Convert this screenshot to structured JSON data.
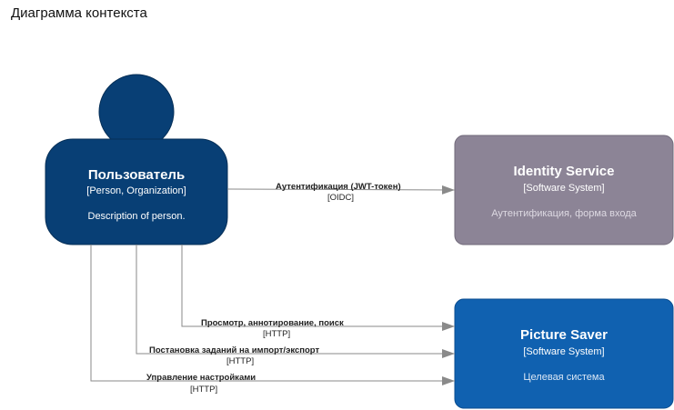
{
  "title": "Диаграмма контекста",
  "person": {
    "name": "Пользователь",
    "type": "[Person, Organization]",
    "description": "Description of person.",
    "color": "#083f75"
  },
  "systems": {
    "identity": {
      "name": "Identity Service",
      "type": "[Software System]",
      "description": "Аутентификация, форма входа",
      "color": "#8c8496"
    },
    "picture_saver": {
      "name": "Picture Saver",
      "type": "[Software System]",
      "description": "Целевая система",
      "color": "#1061b0"
    }
  },
  "relationships": [
    {
      "label": "Аутентификация (JWT-токен)",
      "technology": "[OIDC]"
    },
    {
      "label": "Просмотр, аннотирование, поиск",
      "technology": "[HTTP]"
    },
    {
      "label": "Постановка заданий на импорт/экспорт",
      "technology": "[HTTP]"
    },
    {
      "label": "Управление настройками",
      "technology": "[HTTP]"
    }
  ]
}
